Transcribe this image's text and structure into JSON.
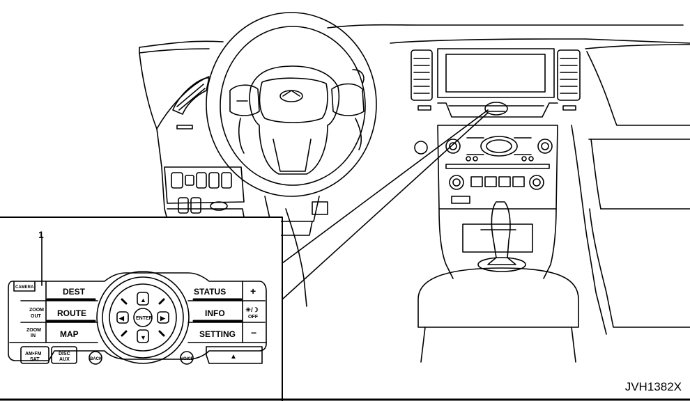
{
  "callout": {
    "number": "1"
  },
  "controls": {
    "camera": "CAMERA",
    "dest": "DEST",
    "zoom_out_1": "ZOOM",
    "zoom_out_2": "OUT",
    "route": "ROUTE",
    "zoom_in_1": "ZOOM",
    "zoom_in_2": "IN",
    "map": "MAP",
    "am_fm_1": "AM•FM",
    "am_fm_2": "SAT",
    "disc_1": "DISC",
    "disc_2": "AUX",
    "back": "BACK",
    "enter": "ENTER",
    "voice": "VOICE",
    "status": "STATUS",
    "plus": "+",
    "info": "INFO",
    "off": "OFF",
    "setting": "SETTING",
    "minus": "−",
    "up": "▲",
    "down": "▼",
    "left": "◀",
    "right": "▶",
    "hazard": "▲",
    "brightness": "☀/☽"
  },
  "figure_code": "JVH1382X"
}
